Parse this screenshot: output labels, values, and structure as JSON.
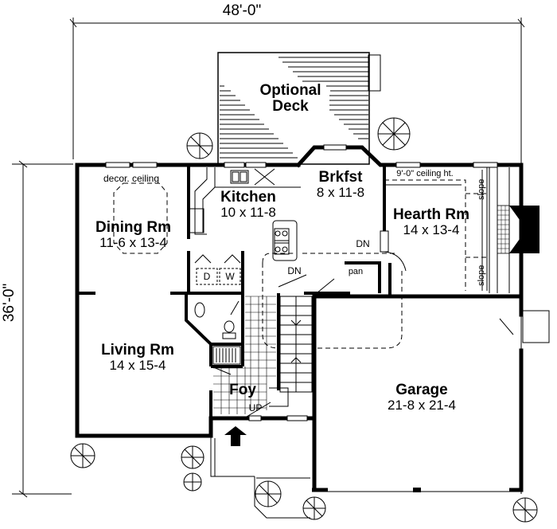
{
  "plan": {
    "overall_width": "48'-0\"",
    "overall_depth": "36'-0\"",
    "rooms": [
      {
        "id": "deck",
        "name": "Optional Deck",
        "name_line1": "Optional",
        "name_line2": "Deck"
      },
      {
        "id": "dining",
        "name": "Dining Rm",
        "dims": "11-6 x 13-4",
        "note": "decor. ceiling"
      },
      {
        "id": "kitchen",
        "name": "Kitchen",
        "dims": "10 x 11-8"
      },
      {
        "id": "breakfast",
        "name": "Brkfst",
        "dims": "8 x 11-8"
      },
      {
        "id": "hearth",
        "name": "Hearth Rm",
        "dims": "14 x 13-4",
        "note": "9'-0\" ceiling ht."
      },
      {
        "id": "living",
        "name": "Living Rm",
        "dims": "14 x 15-4"
      },
      {
        "id": "foyer",
        "name": "Foy"
      },
      {
        "id": "garage",
        "name": "Garage",
        "dims": "21-8 x 21-4"
      }
    ],
    "annotations": {
      "dryer": "D",
      "washer": "W",
      "pantry": "pan",
      "down_stairs": "DN",
      "down_hearth": "DN",
      "up_stairs": "UP",
      "slope_top": "slope",
      "slope_bottom": "slope"
    },
    "colors": {
      "line": "#000000",
      "background": "#ffffff"
    }
  }
}
